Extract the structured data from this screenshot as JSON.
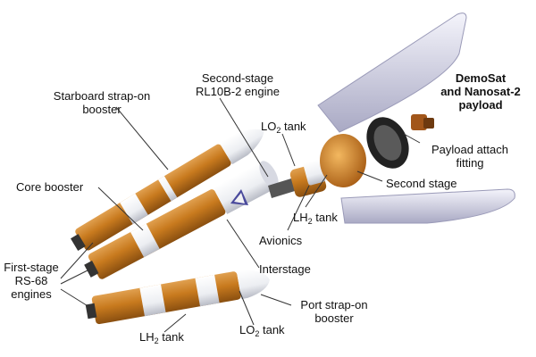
{
  "diagram": {
    "labels": {
      "starboard_line1": "Starboard strap-on",
      "starboard_line2": "booster",
      "second_stage_engine_line1": "Second-stage",
      "second_stage_engine_line2": "RL10B-2 engine",
      "lo2_tank_upper": {
        "pre": "LO",
        "sub": "2",
        "post": " tank"
      },
      "payload_line1": "DemoSat",
      "payload_line2": "and Nanosat-2",
      "payload_line3": "payload",
      "payload_attach_line1": "Payload attach",
      "payload_attach_line2": "fitting",
      "second_stage": "Second stage",
      "core_booster": "Core booster",
      "lh2_tank_upper": {
        "pre": "LH",
        "sub": "2",
        "post": " tank"
      },
      "avionics": "Avionics",
      "first_stage_line1": "First-stage",
      "first_stage_line2": "RS-68",
      "first_stage_line3": "engines",
      "interstage": "Interstage",
      "port_line1": "Port strap-on",
      "port_line2": "booster",
      "lh2_tank_lower": {
        "pre": "LH",
        "sub": "2",
        "post": " tank"
      },
      "lo2_tank_lower": {
        "pre": "LO",
        "sub": "2",
        "post": " tank"
      }
    },
    "colors": {
      "booster_orange": "#c87a1e",
      "booster_dark": "#8a4f10",
      "nose_white": "#f2f2f4",
      "fairing_lavender": "#d8d8ec",
      "leader_line": "#333333"
    }
  }
}
